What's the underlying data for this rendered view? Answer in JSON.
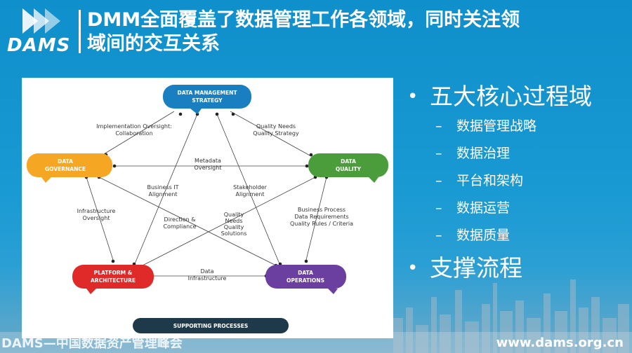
{
  "header": {
    "logo_text": "DAMS",
    "title_line1": "DMM全面覆盖了数据管理工作各领域，同时关注领",
    "title_line2": "域间的交互关系"
  },
  "diagram": {
    "nodes": {
      "strategy": {
        "line1": "DATA MANAGEMENT",
        "line2": "STRATEGY",
        "color": "#1a7fc1"
      },
      "governance": {
        "line1": "DATA",
        "line2": "GOVERNANCE",
        "color": "#f5a623"
      },
      "quality": {
        "line1": "DATA",
        "line2": "QUALITY",
        "color": "#4a9d3a"
      },
      "platform": {
        "line1": "PLATFORM &",
        "line2": "ARCHITECTURE",
        "color": "#e02a2a"
      },
      "operations": {
        "line1": "DATA",
        "line2": "OPERATIONS",
        "color": "#6b3fa0"
      },
      "supporting": {
        "label": "SUPPORTING PROCESSES",
        "color": "#1e3a4a"
      }
    },
    "edge_labels": {
      "impl_1": "Implementation Oversight:",
      "impl_2": "Collaboration",
      "qns_1": "Quality Needs",
      "qns_2": "Quality Strategy",
      "meta_1": "Metadata",
      "meta_2": "Oversight",
      "bit_1": "Business IT",
      "bit_2": "Alignment",
      "stake_1": "Stakeholder",
      "stake_2": "Alignment",
      "infra_1": "Infrastructure",
      "infra_2": "Oversight",
      "dir_1": "Direction &",
      "dir_2": "Compliance",
      "qnqs_1": "Quality",
      "qnqs_2": "Needs",
      "qnqs_3": "Quality",
      "qnqs_4": "Solutions",
      "bp_1": "Business Process",
      "bp_2": "Data Requirements",
      "bp_3": "Quality Rules / Criteria",
      "di_1": "Data",
      "di_2": "Infrastructure"
    }
  },
  "bullets": {
    "main1": "五大核心过程域",
    "sub": [
      "数据管理战略",
      "数据治理",
      "平台和架构",
      "数据运营",
      "数据质量"
    ],
    "main2": "支撑流程",
    "dot": "•",
    "dash": "–"
  },
  "footer": {
    "left": "DAMS—中国数据资产管理峰会",
    "right": "www.dams.org.cn"
  }
}
